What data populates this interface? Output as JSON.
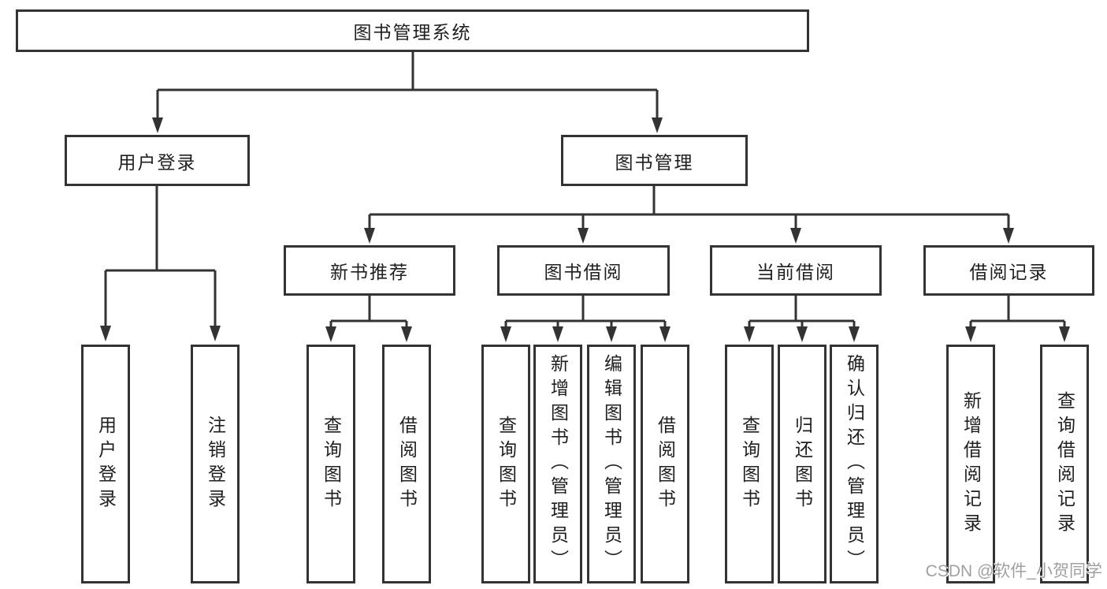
{
  "diagram": {
    "root": {
      "label": "图书管理系统"
    },
    "level2": [
      {
        "label": "用户登录"
      },
      {
        "label": "图书管理"
      }
    ],
    "level3": [
      {
        "label": "新书推荐"
      },
      {
        "label": "图书借阅"
      },
      {
        "label": "当前借阅"
      },
      {
        "label": "借阅记录"
      }
    ],
    "leaves": [
      {
        "label": "用户登录"
      },
      {
        "label": "注销登录"
      },
      {
        "label": "查询图书"
      },
      {
        "label": "借阅图书"
      },
      {
        "label": "查询图书"
      },
      {
        "label": "新增图书（管理员）"
      },
      {
        "label": "编辑图书（管理员）"
      },
      {
        "label": "借阅图书"
      },
      {
        "label": "查询图书"
      },
      {
        "label": "归还图书"
      },
      {
        "label": "确认归还（管理员）"
      },
      {
        "label": "新增借阅记录"
      },
      {
        "label": "查询借阅记录"
      }
    ],
    "watermark": "CSDN @软件_小贺同学",
    "colors": {
      "line": "#333333",
      "box_border": "#333333",
      "text": "#1f1f1f",
      "watermark": "#a0a0a0",
      "background": "#ffffff"
    }
  }
}
